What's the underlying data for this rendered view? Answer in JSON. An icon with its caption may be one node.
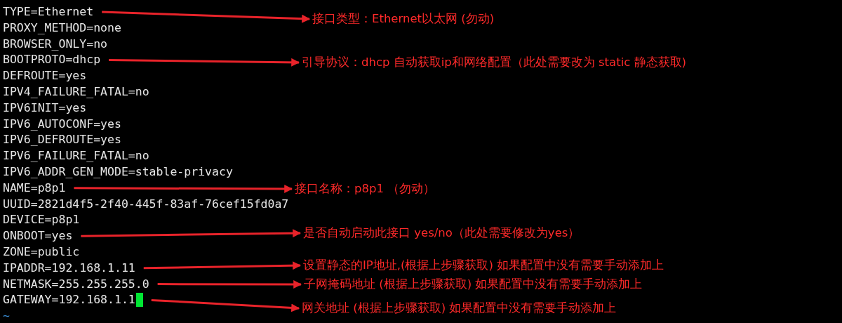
{
  "diagram": {
    "nodes": [
      {
        "text": [
          "TYPE=Ethernet"
        ]
      },
      {
        "text": [
          "接口类型：Ethernet以太网 (勿动)"
        ]
      },
      {
        "text": [
          "BOOTPROTO=dhcp"
        ]
      },
      {
        "text": [
          "引导协议：dhcp 自动获取ip和网络配置（此处需要改为 static 静态获取)"
        ]
      },
      {
        "text": [
          "NAME=p8p1"
        ]
      },
      {
        "text": [
          "接口名称：p8p1 （勿动）"
        ]
      },
      {
        "text": [
          "ONBOOT=yes"
        ]
      },
      {
        "text": [
          "是否自动启动此接口 yes/no（此处需要修改为yes）"
        ]
      },
      {
        "text": [
          "IPADDR=192.168.1.11"
        ]
      },
      {
        "text": [
          "设置静态的IP地址,(根据上步骤获取) 如果配置中没有需要手动添加上"
        ]
      },
      {
        "text": [
          "NETMASK=255.255.255.0"
        ]
      },
      {
        "text": [
          "子网掩码地址 (根据上步骤获取) 如果配置中没有需要手动添加上"
        ]
      },
      {
        "text": [
          "GATEWAY=192.168.1.1"
        ]
      },
      {
        "text": [
          "网关地址 (根据上步骤获取) 如果配置中没有需要手动添加上"
        ]
      }
    ],
    "edges": [
      {
        "from": 0,
        "to": 1,
        "arrow": "to"
      },
      {
        "from": 2,
        "to": 3,
        "arrow": "to"
      },
      {
        "from": 4,
        "to": 5,
        "arrow": "to"
      },
      {
        "from": 6,
        "to": 7,
        "arrow": "to"
      },
      {
        "from": 8,
        "to": 9,
        "arrow": "to"
      },
      {
        "from": 10,
        "to": 11,
        "arrow": "to"
      },
      {
        "from": 12,
        "to": 13,
        "arrow": "to"
      }
    ],
    "labels": [
      "PROXY_METHOD=none",
      "BROWSER_ONLY=no",
      "DEFROUTE=yes",
      "IPV4_FAILURE_FATAL=no",
      "IPV6INIT=yes",
      "IPV6_AUTOCONF=yes",
      "IPV6_DEFROUTE=yes",
      "IPV6_FAILURE_FATAL=no",
      "IPV6_ADDR_GEN_MODE=stable-privacy",
      "UUID=2821d4f5-2f40-445f-83af-76cef15fd0a7",
      "DEVICE=p8p1",
      "ZONE=public",
      "~"
    ]
  }
}
